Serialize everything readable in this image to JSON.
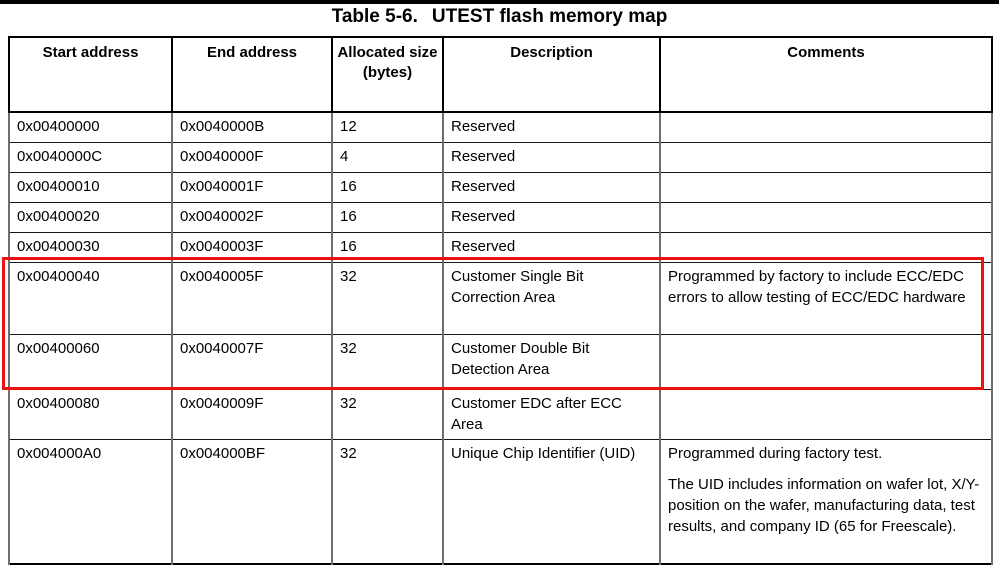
{
  "caption": {
    "number": "Table 5-6.",
    "title": "UTEST flash memory map"
  },
  "table": {
    "columns": [
      {
        "label": "Start address"
      },
      {
        "label": "End address"
      },
      {
        "label": "Allocated size (bytes)"
      },
      {
        "label": "Description"
      },
      {
        "label": "Comments"
      }
    ],
    "rows": [
      {
        "start": "0x00400000",
        "end": "0x0040000B",
        "size": "12",
        "description": "Reserved",
        "comments": []
      },
      {
        "start": "0x0040000C",
        "end": "0x0040000F",
        "size": "4",
        "description": "Reserved",
        "comments": []
      },
      {
        "start": "0x00400010",
        "end": "0x0040001F",
        "size": "16",
        "description": "Reserved",
        "comments": []
      },
      {
        "start": "0x00400020",
        "end": "0x0040002F",
        "size": "16",
        "description": "Reserved",
        "comments": []
      },
      {
        "start": "0x00400030",
        "end": "0x0040003F",
        "size": "16",
        "description": "Reserved",
        "comments": []
      },
      {
        "start": "0x00400040",
        "end": "0x0040005F",
        "size": "32",
        "description": "Customer Single Bit Correction Area",
        "comments": [
          "Programmed by factory to include ECC/EDC errors to allow testing of ECC/EDC hardware"
        ]
      },
      {
        "start": "0x00400060",
        "end": "0x0040007F",
        "size": "32",
        "description": "Customer Double Bit Detection Area",
        "comments": []
      },
      {
        "start": "0x00400080",
        "end": "0x0040009F",
        "size": "32",
        "description": "Customer EDC after ECC Area",
        "comments": []
      },
      {
        "start": "0x004000A0",
        "end": "0x004000BF",
        "size": "32",
        "description": "Unique Chip Identifier (UID)",
        "comments": [
          "Programmed during factory test.",
          "The UID includes information on wafer lot, X/Y-position on the wafer, manufacturing data, test results, and company ID (65 for Freescale)."
        ]
      }
    ]
  },
  "annotation": {
    "type": "highlight-box",
    "color": "#ee1111",
    "covers_start_addresses": [
      "0x00400040",
      "0x00400060"
    ]
  }
}
